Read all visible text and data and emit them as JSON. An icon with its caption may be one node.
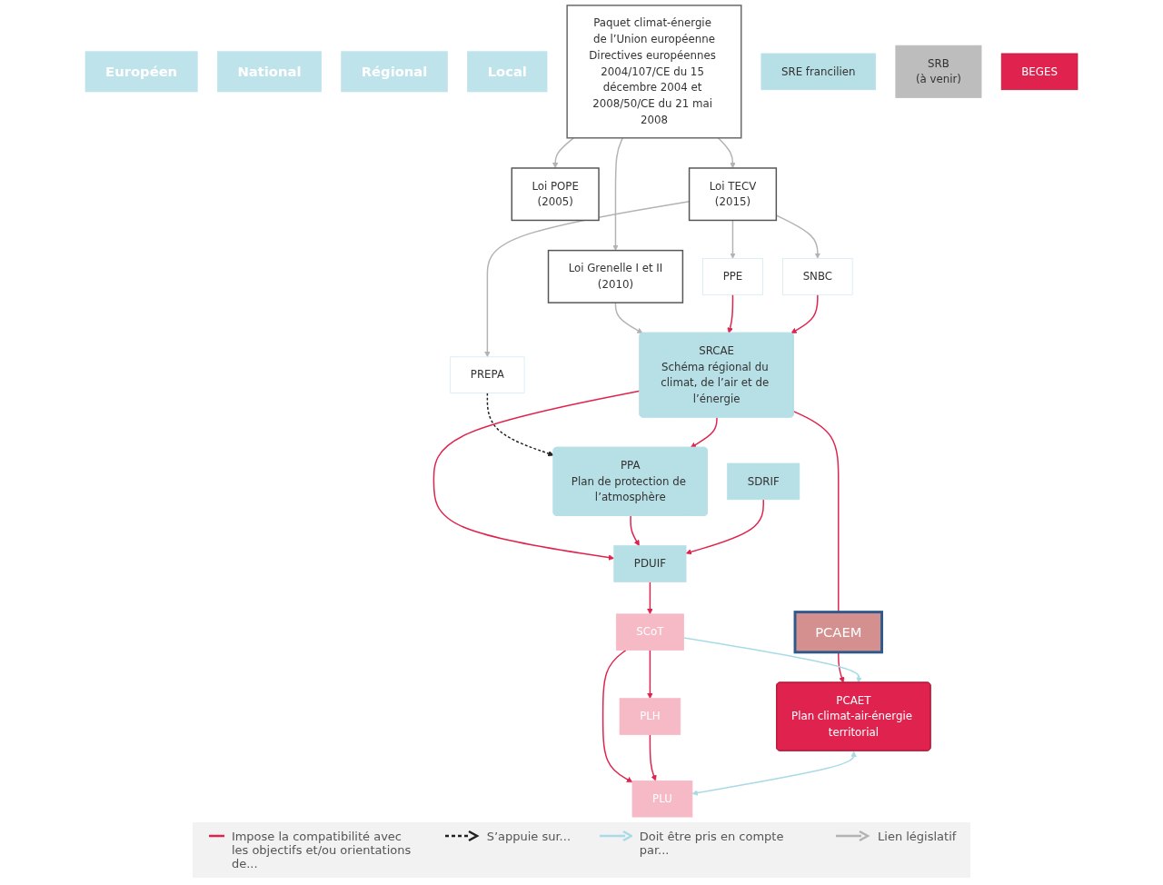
{
  "diagram": {
    "nodes": [
      {
        "text": [
          "Européen"
        ]
      },
      {
        "text": [
          "National"
        ]
      },
      {
        "text": [
          "Régional"
        ]
      },
      {
        "text": [
          "Local"
        ]
      },
      {
        "text": [
          "Paquet climat-énergie de l’Union européenne",
          "Directives européennes 2004/107/CE du 15 décembre 2004 et 2008/50/CE du 21 mai 2008"
        ]
      },
      {
        "text": [
          "Loi POPE",
          "(2005)"
        ]
      },
      {
        "text": [
          "Loi Grenelle I et II",
          "(2010)"
        ]
      },
      {
        "text": [
          "Loi TECV",
          "(2015)"
        ]
      },
      {
        "text": [
          "PPE"
        ]
      },
      {
        "text": [
          "SNBC"
        ]
      },
      {
        "text": [
          "PREPA"
        ]
      },
      {
        "text": [
          "SRCAE",
          "Schéma régional du climat, de l’air et de l’énergie"
        ]
      },
      {
        "text": [
          "SRE francilien"
        ]
      },
      {
        "text": [
          "PPA",
          "Plan de protection de l’atmosphère"
        ]
      },
      {
        "text": [
          "SRB",
          "(à venir)"
        ]
      },
      {
        "text": [
          "PCAEM"
        ]
      },
      {
        "text": [
          "PDUIF"
        ]
      },
      {
        "text": [
          "SDRIF"
        ]
      },
      {
        "text": [
          "PCAET",
          "Plan climat-air-énergie territorial"
        ]
      },
      {
        "text": [
          "BEGES"
        ]
      },
      {
        "text": [
          "PLH"
        ]
      },
      {
        "text": [
          "PLU"
        ]
      },
      {
        "text": [
          "SCoT"
        ]
      }
    ],
    "edges": [
      {
        "from": 4,
        "to": 5,
        "arrow": "to",
        "color": "#b3b3b3"
      },
      {
        "from": 4,
        "to": 6,
        "arrow": "to",
        "color": "#b3b3b3"
      },
      {
        "from": 4,
        "to": 7,
        "arrow": "to",
        "color": "#b3b3b3"
      },
      {
        "from": 7,
        "to": 8,
        "arrow": "to",
        "color": "#b3b3b3"
      },
      {
        "from": 7,
        "to": 9,
        "arrow": "to",
        "color": "#b3b3b3"
      },
      {
        "from": 7,
        "to": 10,
        "arrow": "to",
        "color": "#b3b3b3"
      },
      {
        "from": 6,
        "to": 11,
        "arrow": "to",
        "color": "#b3b3b3"
      },
      {
        "from": 8,
        "to": 11,
        "arrow": "to"
      },
      {
        "from": 9,
        "to": 11,
        "arrow": "to"
      },
      {
        "from": 10,
        "to": 13,
        "arrow": "to",
        "style": "dashed",
        "color": "#222222"
      },
      {
        "from": 11,
        "to": 13,
        "arrow": "to"
      },
      {
        "from": 11,
        "to": 15,
        "arrow": "none"
      },
      {
        "from": 11,
        "to": 16,
        "arrow": "to"
      },
      {
        "from": 13,
        "to": 16,
        "arrow": "to"
      },
      {
        "from": 17,
        "to": 16,
        "arrow": "to"
      },
      {
        "from": 15,
        "to": 18,
        "arrow": "to"
      },
      {
        "from": 16,
        "to": 22,
        "arrow": "to"
      },
      {
        "from": 22,
        "to": 20,
        "arrow": "to"
      },
      {
        "from": 22,
        "to": 21,
        "arrow": "to"
      },
      {
        "from": 20,
        "to": 21,
        "arrow": "to"
      },
      {
        "from": 18,
        "to": 21,
        "arrow": "both",
        "color": "#a8dbe6"
      },
      {
        "from": 22,
        "to": 18,
        "arrow": "to",
        "color": "#a8dbe6"
      }
    ],
    "legend": [
      {
        "text": "Impose la compatibilité avec les objectifs et/ou orientations de..."
      },
      {
        "text": "S’appuie sur..."
      },
      {
        "text": "Doit être pris en compte par..."
      },
      {
        "text": "Lien législatif"
      }
    ]
  }
}
